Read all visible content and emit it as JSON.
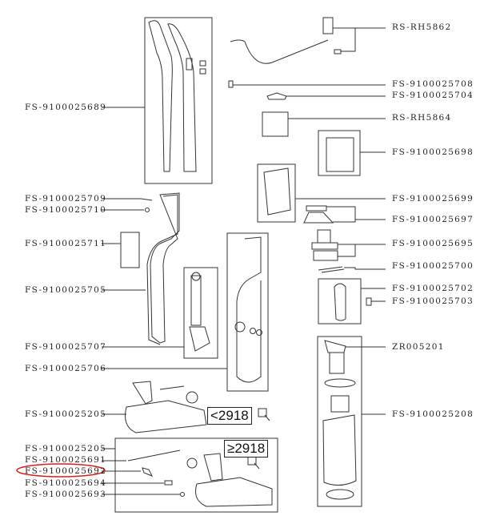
{
  "diagram": {
    "type": "exploded-parts-view",
    "labels_left": [
      {
        "id": "fs-9100025689",
        "text": "FS-9100025689"
      },
      {
        "id": "fs-9100025709",
        "text": "FS-9100025709"
      },
      {
        "id": "fs-9100025710",
        "text": "FS-9100025710"
      },
      {
        "id": "fs-9100025711",
        "text": "FS-9100025711"
      },
      {
        "id": "fs-9100025705",
        "text": "FS-9100025705"
      },
      {
        "id": "fs-9100025707",
        "text": "FS-9100025707"
      },
      {
        "id": "fs-9100025706",
        "text": "FS-9100025706"
      },
      {
        "id": "fs-9100025205-a",
        "text": "FS-9100025205"
      },
      {
        "id": "fs-9100025205-b",
        "text": "FS-9100025205"
      },
      {
        "id": "fs-9100025691",
        "text": "FS-9100025691"
      },
      {
        "id": "fs-9100025692",
        "text": "FS-9100025692"
      },
      {
        "id": "fs-9100025694",
        "text": "FS-9100025694"
      },
      {
        "id": "fs-9100025693",
        "text": "FS-9100025693"
      }
    ],
    "labels_right": [
      {
        "id": "rs-rh5862",
        "text": "RS-RH5862"
      },
      {
        "id": "fs-9100025708",
        "text": "FS-9100025708"
      },
      {
        "id": "fs-9100025704",
        "text": "FS-9100025704"
      },
      {
        "id": "rs-rh5864",
        "text": "RS-RH5864"
      },
      {
        "id": "fs-9100025698",
        "text": "FS-9100025698"
      },
      {
        "id": "fs-9100025699",
        "text": "FS-9100025699"
      },
      {
        "id": "fs-9100025697",
        "text": "FS-9100025697"
      },
      {
        "id": "fs-9100025695",
        "text": "FS-9100025695"
      },
      {
        "id": "fs-9100025700",
        "text": "FS-9100025700"
      },
      {
        "id": "fs-9100025702",
        "text": "FS-9100025702"
      },
      {
        "id": "fs-9100025703",
        "text": "FS-9100025703"
      },
      {
        "id": "zr005201",
        "text": "ZR005201"
      },
      {
        "id": "fs-9100025208",
        "text": "FS-9100025208"
      }
    ],
    "version_badges": {
      "before": "<2918",
      "from": "≥2918"
    },
    "highlight": {
      "label_id": "fs-9100025692",
      "color": "#cc2222"
    }
  }
}
